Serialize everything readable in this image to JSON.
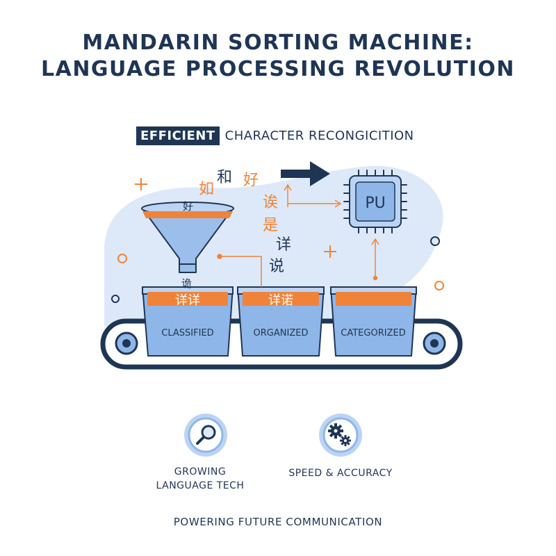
{
  "title_line1": "MANDARIN SORTING MACHINE:",
  "title_line2": "LANGUAGE PROCESSING REVOLUTION",
  "subtitle_badge": "EFFICIENT",
  "subtitle_text": "CHARACTER RECONGICITION",
  "processor_label": "PU",
  "floating_chars": [
    "和",
    "好",
    "如",
    "诶",
    "好",
    "是",
    "详",
    "说",
    "诡"
  ],
  "bins": [
    {
      "label": "CLASSIFIED",
      "chars": "详详"
    },
    {
      "label": "ORGANIZED",
      "chars": "详诺"
    },
    {
      "label": "CATEGORIZED",
      "chars": ""
    }
  ],
  "features": [
    {
      "icon": "magnifier-icon",
      "label_line1": "GROWING",
      "label_line2": "LANGUAGE TECH"
    },
    {
      "icon": "gears-icon",
      "label": "SPEED & ACCURACY"
    }
  ],
  "tagline": "POWERING FUTURE COMMUNICATION",
  "colors": {
    "navy": "#1f3554",
    "orange": "#f0833a",
    "light_blue": "#dde9f8",
    "mid_blue": "#8fb6e8",
    "pale_blue": "#bcd4f3"
  }
}
